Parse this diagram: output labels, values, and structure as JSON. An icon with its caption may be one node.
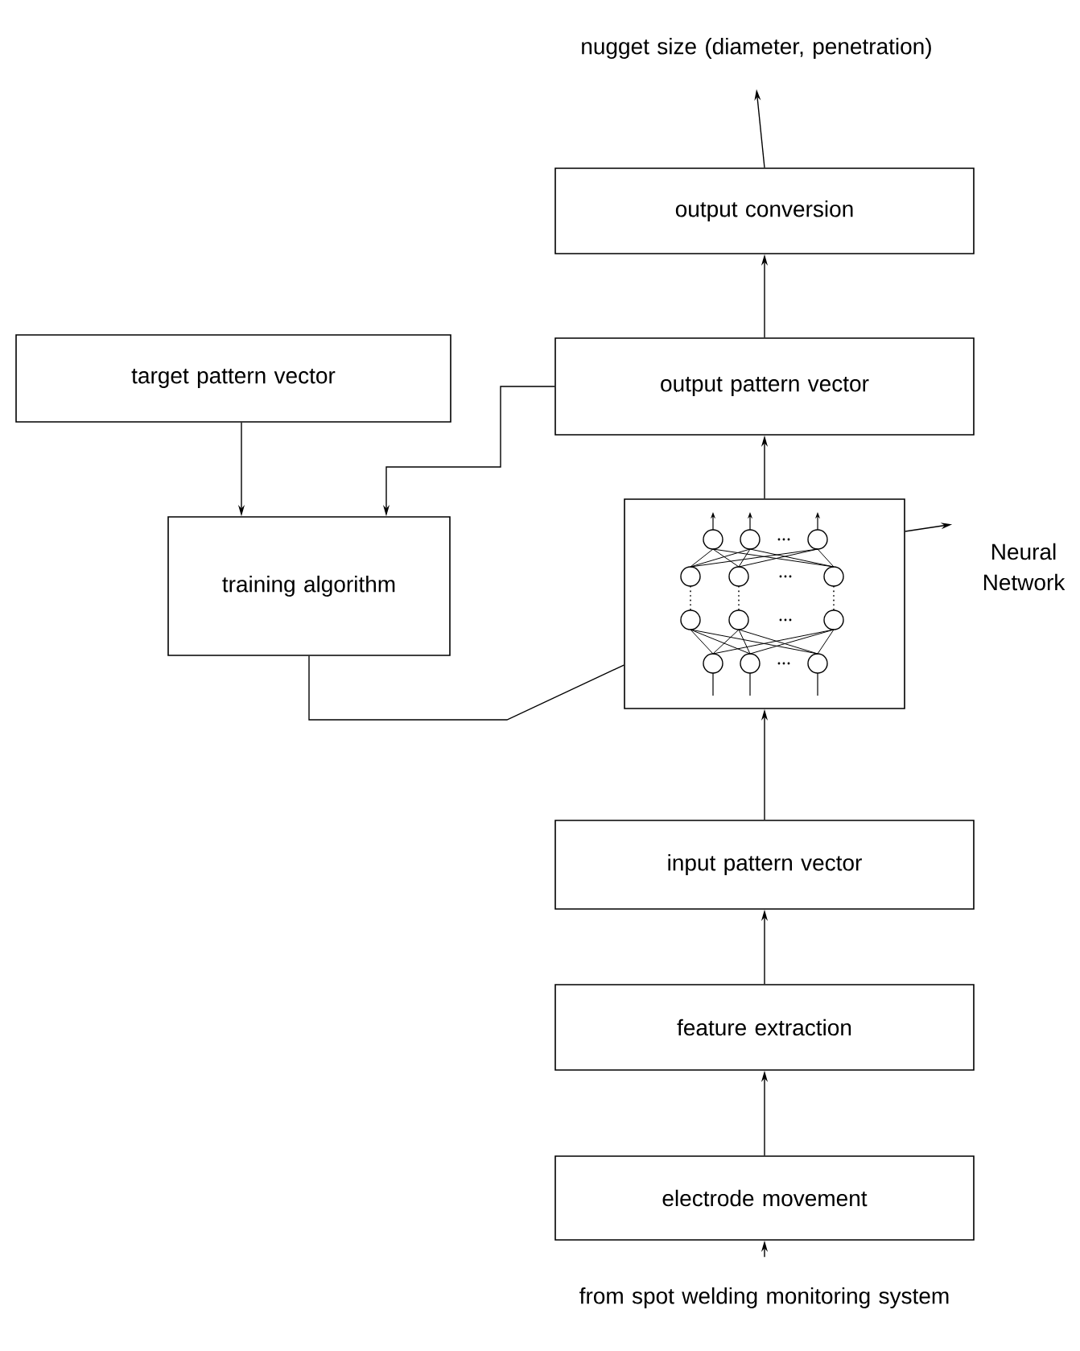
{
  "diagram": {
    "nodes": [
      {
        "text": [
          "nugget size (diameter, penetration)"
        ]
      },
      {
        "text": [
          "output conversion"
        ]
      },
      {
        "text": [
          "target pattern vector"
        ]
      },
      {
        "text": [
          "output pattern vector"
        ]
      },
      {
        "text": [
          "training algorithm"
        ]
      },
      {
        "text": [],
        "shape": "picture"
      },
      {
        "text": [
          "Neural Network"
        ]
      },
      {
        "text": [
          "input pattern vector"
        ]
      },
      {
        "text": [
          "feature extraction"
        ]
      },
      {
        "text": [
          "electrode movement"
        ]
      },
      {
        "text": [
          "from spot welding monitoring system"
        ]
      }
    ],
    "edges": [
      {
        "from": 10,
        "to": 9,
        "arrow": "to"
      },
      {
        "from": 9,
        "to": 8,
        "arrow": "to"
      },
      {
        "from": 8,
        "to": 7,
        "arrow": "to"
      },
      {
        "from": 7,
        "to": 5,
        "arrow": "to"
      },
      {
        "from": 5,
        "to": 3,
        "arrow": "to"
      },
      {
        "from": 3,
        "to": 1,
        "arrow": "to"
      },
      {
        "from": 1,
        "to": 0,
        "arrow": "to"
      },
      {
        "from": 2,
        "to": 4,
        "arrow": "to"
      },
      {
        "from": 3,
        "to": 4,
        "arrow": "to"
      },
      {
        "from": 4,
        "to": 5,
        "arrow": "none"
      },
      {
        "from": 5,
        "to": 6,
        "arrow": "to"
      }
    ]
  }
}
